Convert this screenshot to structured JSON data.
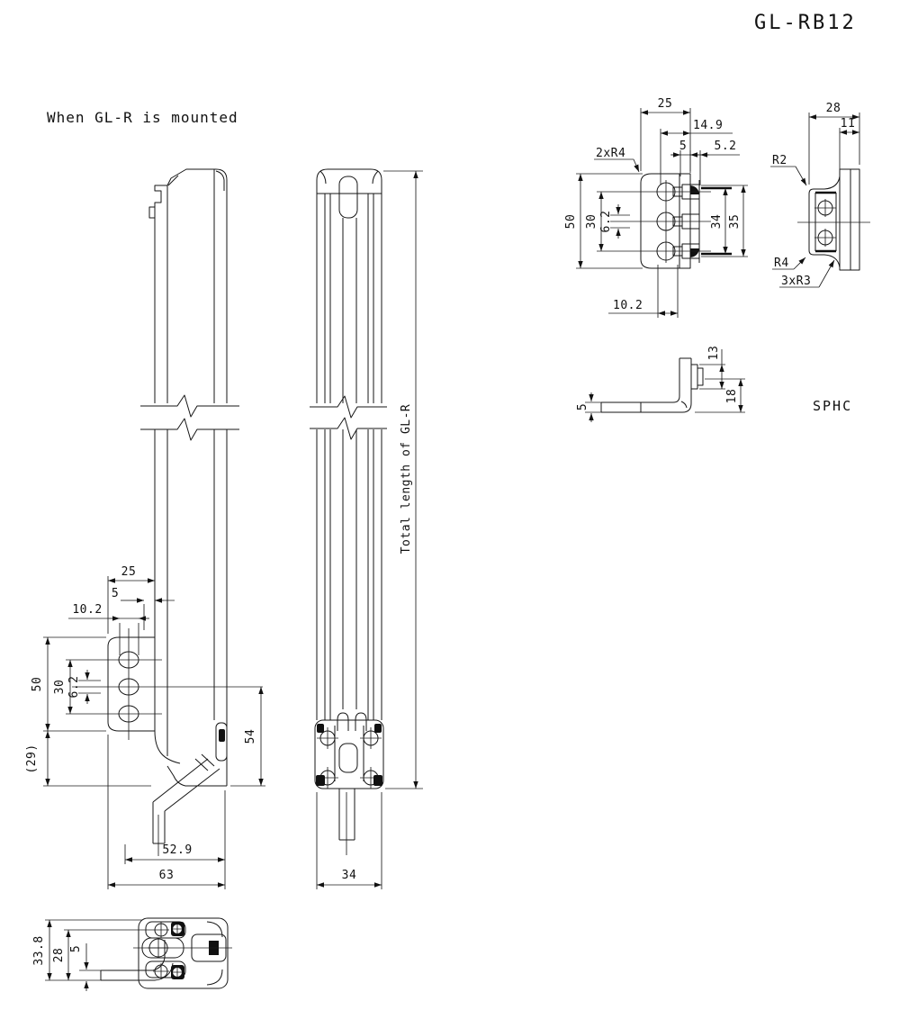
{
  "title": "GL-RB12",
  "subtitle": "When GL-R is mounted",
  "material": "SPHC",
  "main_view": {
    "total_length_label": "Total length of GL-R",
    "dim_25": "25",
    "dim_5": "5",
    "dim_10_2": "10.2",
    "dim_50": "50",
    "dim_30": "30",
    "dim_6_2": "6.2",
    "dim_29": "(29)",
    "dim_54": "54",
    "dim_52_9": "52.9",
    "dim_63": "63",
    "dim_34": "34"
  },
  "bracket_front_view": {
    "dim_25": "25",
    "dim_14_9": "14.9",
    "dim_5": "5",
    "dim_5_2": "5.2",
    "radius_note": "2xR4",
    "dim_50": "50",
    "dim_30": "30",
    "dim_6_2": "6.2",
    "dim_34": "34",
    "dim_35": "35",
    "dim_10_2": "10.2"
  },
  "bracket_side_view": {
    "dim_28": "28",
    "dim_11": "11",
    "r2": "R2",
    "r4": "R4",
    "r3": "3xR3"
  },
  "l_bracket_view": {
    "dim_13": "13",
    "dim_18": "18",
    "dim_5": "5"
  },
  "bottom_view": {
    "dim_33_8": "33.8",
    "dim_28": "28",
    "dim_5": "5"
  }
}
